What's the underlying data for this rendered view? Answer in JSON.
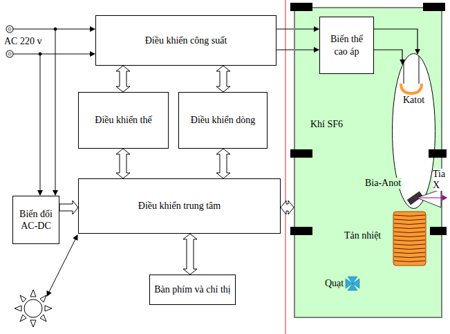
{
  "diagram": {
    "nodes": [
      {
        "text": [
          "Điều khiển công suất"
        ]
      },
      {
        "text": [
          "Điều khiển thế"
        ]
      },
      {
        "text": [
          "Điều khiển dòng"
        ]
      },
      {
        "text": [
          "Điều khiển trung tâm"
        ]
      },
      {
        "text": [
          "Biến đổi AC-DC"
        ]
      },
      {
        "text": [
          "Bàn phím và chỉ thị"
        ]
      },
      {
        "text": [
          "Khí SF6"
        ]
      },
      {
        "text": [
          "Biến thế cao áp"
        ],
        "in": 6
      },
      {
        "text": [
          "Katot",
          "Bia-Anot"
        ],
        "in": 6
      },
      {
        "text": [
          "Tản nhiệt"
        ]
      }
    ],
    "edges": [
      {
        "from": 0,
        "to": 7,
        "arrow": "to"
      },
      {
        "from": 0,
        "to": 7,
        "arrow": "to"
      },
      {
        "from": 0,
        "to": 1,
        "arrow": "both"
      },
      {
        "from": 0,
        "to": 2,
        "arrow": "both"
      },
      {
        "from": 1,
        "to": 3,
        "arrow": "both"
      },
      {
        "from": 2,
        "to": 3,
        "arrow": "both"
      },
      {
        "from": 4,
        "to": 3,
        "arrow": "to"
      },
      {
        "from": 3,
        "to": 5,
        "arrow": "both"
      },
      {
        "from": 3,
        "to": 6,
        "arrow": "both"
      },
      {
        "from": 7,
        "to": 8,
        "arrow": "to"
      },
      {
        "from": 7,
        "to": 8,
        "arrow": "to"
      }
    ],
    "labels": [
      "AC 220 v",
      "Tia X",
      "Quạt"
    ]
  }
}
